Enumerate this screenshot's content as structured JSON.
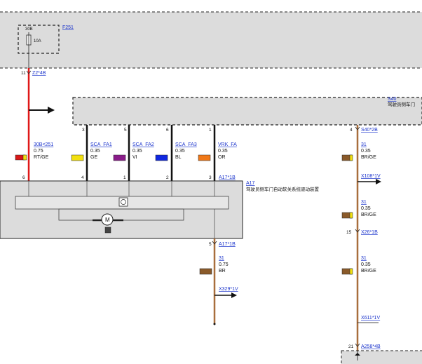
{
  "colors": {
    "panel": "#dcdcdc",
    "wire_red": "#e01818",
    "wire_black": "#111111",
    "wire_brown": "#a86e3c",
    "link": "#1a33cc",
    "sw_yellow": "#f2e010",
    "sw_purple": "#8a1c8a",
    "sw_blue": "#1028e0",
    "sw_orange": "#f07818",
    "sw_brown": "#8a5a2a",
    "sw_red": "#d81818"
  },
  "fuse": {
    "id": "F251",
    "terminal": "30B",
    "rating": "10A"
  },
  "wires": [
    {
      "pin_top": "11",
      "connector_top": "Z2*4B",
      "circuit": "30B<251",
      "size": "0.75",
      "color": "RT/GE",
      "swatch": "red",
      "pin_bottom": "6"
    },
    {
      "pin_top": "3",
      "circuit": "SCA_FA1",
      "size": "0.35",
      "color": "GE",
      "swatch": "yellow",
      "pin_bottom": "4"
    },
    {
      "pin_top": "5",
      "circuit": "SCA_FA2",
      "size": "0.35",
      "color": "VI",
      "swatch": "purple",
      "pin_bottom": "1"
    },
    {
      "pin_top": "6",
      "circuit": "SCA_FA3",
      "size": "0.35",
      "color": "BL",
      "swatch": "blue",
      "pin_bottom": "2"
    },
    {
      "pin_top": "1",
      "circuit": "VRK_FA",
      "size": "0.35",
      "color": "OR",
      "swatch": "orange",
      "pin_bottom": "3",
      "connector_bottom": "A17*1B"
    }
  ],
  "s40": {
    "id": "S40",
    "desc": "驾驶员侧车门"
  },
  "a17": {
    "id": "A17",
    "desc": "驾驶员侧车门自动软关系统驱动装置"
  },
  "a17_out": {
    "pin": "5",
    "connector": "A17*1B",
    "circuit": "31",
    "size": "0.75",
    "color": "BR",
    "to": "X329*1V"
  },
  "right": {
    "pin1": "4",
    "conn1": "S40*2B",
    "seg1": {
      "circuit": "31",
      "size": "0.35",
      "color": "BR/GE"
    },
    "splice1": "X108*1V",
    "seg2": {
      "circuit": "31",
      "size": "0.35",
      "color": "BR/GE"
    },
    "pin2": "15",
    "conn2": "X26*1B",
    "seg3": {
      "circuit": "31",
      "size": "0.35",
      "color": "BR/GE"
    },
    "splice2": "X611*1V",
    "pin3": "21",
    "conn3": "A258*4B"
  }
}
